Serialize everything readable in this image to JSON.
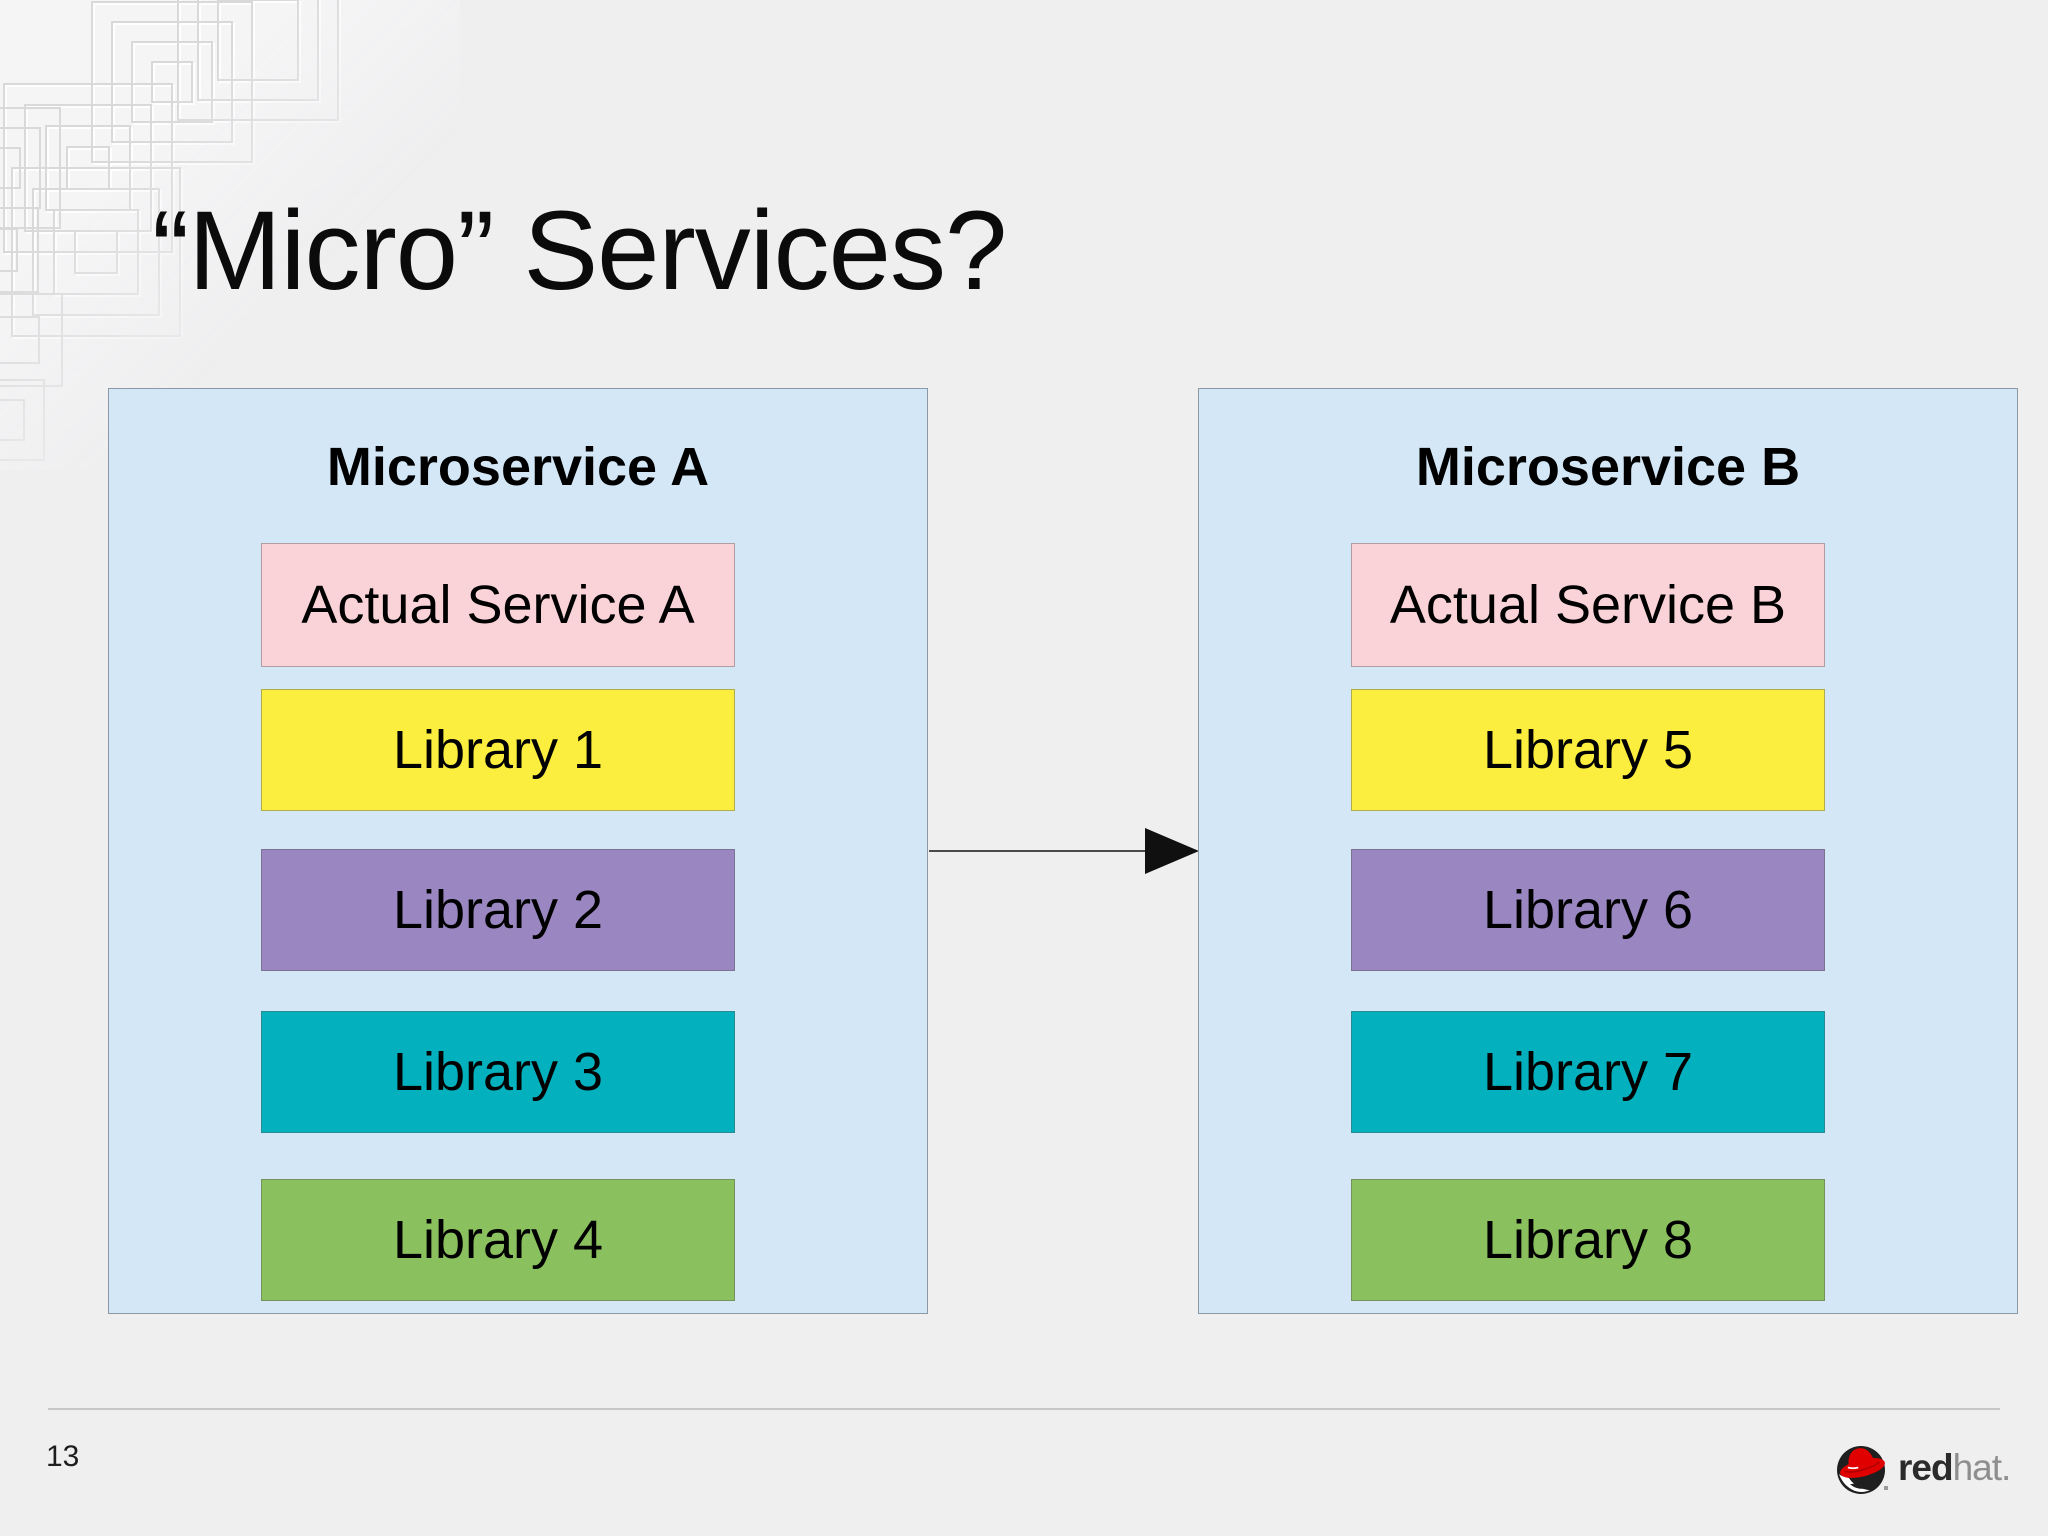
{
  "slide_title": "“Micro” Services?",
  "page_number": "13",
  "footer_logo": {
    "brand_bold": "red",
    "brand_light": "hat."
  },
  "colors": {
    "background": "#efeff0",
    "panel_fill": "#d3e7f6",
    "panel_border": "#8d9aa6",
    "service_pink": "#f9d3d8",
    "library_yellow": "#fbee3e",
    "library_purple": "#9a86c0",
    "library_teal": "#02b1bd",
    "library_green": "#8ac05e",
    "arrow_black": "#101010",
    "logo_red": "#e00000",
    "logo_dark": "#1f1f1f",
    "logo_gray": "#9a9a9a"
  },
  "panels": [
    {
      "title": "Microservice A",
      "boxes": [
        {
          "label": "Actual Service A",
          "color": "#f9d3d8"
        },
        {
          "label": "Library 1",
          "color": "#fbee3e"
        },
        {
          "label": "Library 2",
          "color": "#9a86c0"
        },
        {
          "label": "Library 3",
          "color": "#02b1bd"
        },
        {
          "label": "Library 4",
          "color": "#8ac05e"
        }
      ]
    },
    {
      "title": "Microservice B",
      "boxes": [
        {
          "label": "Actual Service B",
          "color": "#f9d3d8"
        },
        {
          "label": "Library 5",
          "color": "#fbee3e"
        },
        {
          "label": "Library 6",
          "color": "#9a86c0"
        },
        {
          "label": "Library 7",
          "color": "#02b1bd"
        },
        {
          "label": "Library 8",
          "color": "#8ac05e"
        }
      ]
    }
  ]
}
